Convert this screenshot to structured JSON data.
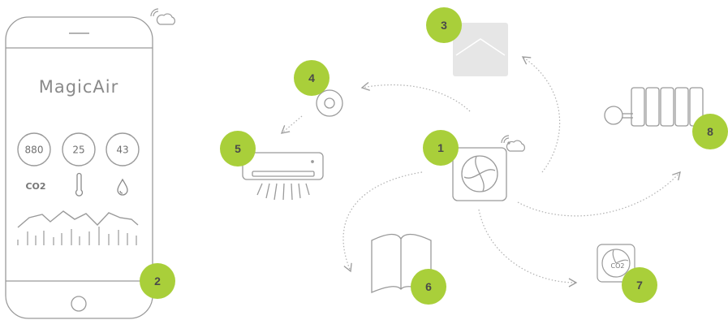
{
  "app": {
    "brand": "MagicAir",
    "readings": [
      "880",
      "25",
      "43"
    ],
    "co2_label": "CO2"
  },
  "co2_sensor_label": "CO2",
  "badges": [
    "1",
    "2",
    "3",
    "4",
    "5",
    "6",
    "7",
    "8"
  ],
  "colors": {
    "badge": "#a9cf3a",
    "badge_text": "#4a4a4a",
    "line": "#9a9a9a",
    "dots": "#b0b0b0",
    "sensor3_fill": "#e6e6e6"
  }
}
